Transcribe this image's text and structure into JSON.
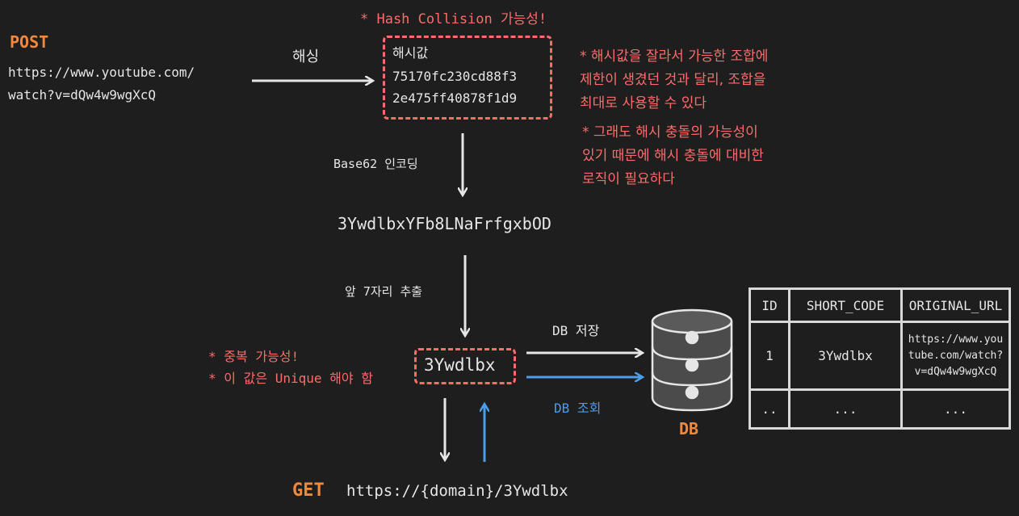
{
  "post": {
    "method": "POST",
    "url_line1": "https://www.youtube.com/",
    "url_line2": "watch?v=dQw4w9wgXcQ"
  },
  "hashing": {
    "label": "해싱",
    "collision_note": "* Hash Collision 가능성!",
    "hash_title": "해시값",
    "hash_line1": "75170fc230cd88f3",
    "hash_line2": "2e475ff40878f1d9"
  },
  "notes": {
    "note1": [
      "* 해시값을 잘라서 가능한 조합에",
      "제한이 생겼던 것과 달리, 조합을",
      "최대로 사용할 수 있다"
    ],
    "note2": [
      "* 그래도 해시 충돌의 가능성이",
      "있기 때문에 해시 충돌에 대비한",
      "로직이 필요하다"
    ]
  },
  "encoding": {
    "label": "Base62 인코딩",
    "result": "3YwdlbxYFb8LNaFrfgxbOD"
  },
  "extract": {
    "label": "앞 7자리 추출",
    "short_code": "3Ywdlbx",
    "dup_note1": "* 중복 가능성!",
    "dup_note2": "* 이 값은 Unique 해야 함"
  },
  "db": {
    "save_label": "DB 저장",
    "lookup_label": "DB 조회",
    "name": "DB"
  },
  "get": {
    "method": "GET",
    "url": "https://{domain}/3Ywdlbx"
  },
  "table": {
    "headers": [
      "ID",
      "SHORT_CODE",
      "ORIGINAL_URL"
    ],
    "row1": {
      "id": "1",
      "short_code": "3Ywdlbx",
      "url_line1": "https://www.you",
      "url_line2": "tube.com/watch?",
      "url_line3": "v=dQw4w9wgXcQ"
    },
    "row2": [
      "..",
      "...",
      "..."
    ]
  },
  "colors": {
    "background": "#1e1e1e",
    "text": "#e6e6e6",
    "accent_orange": "#f0883e",
    "accent_red": "#ff6b6b",
    "accent_blue": "#4a9eea"
  }
}
